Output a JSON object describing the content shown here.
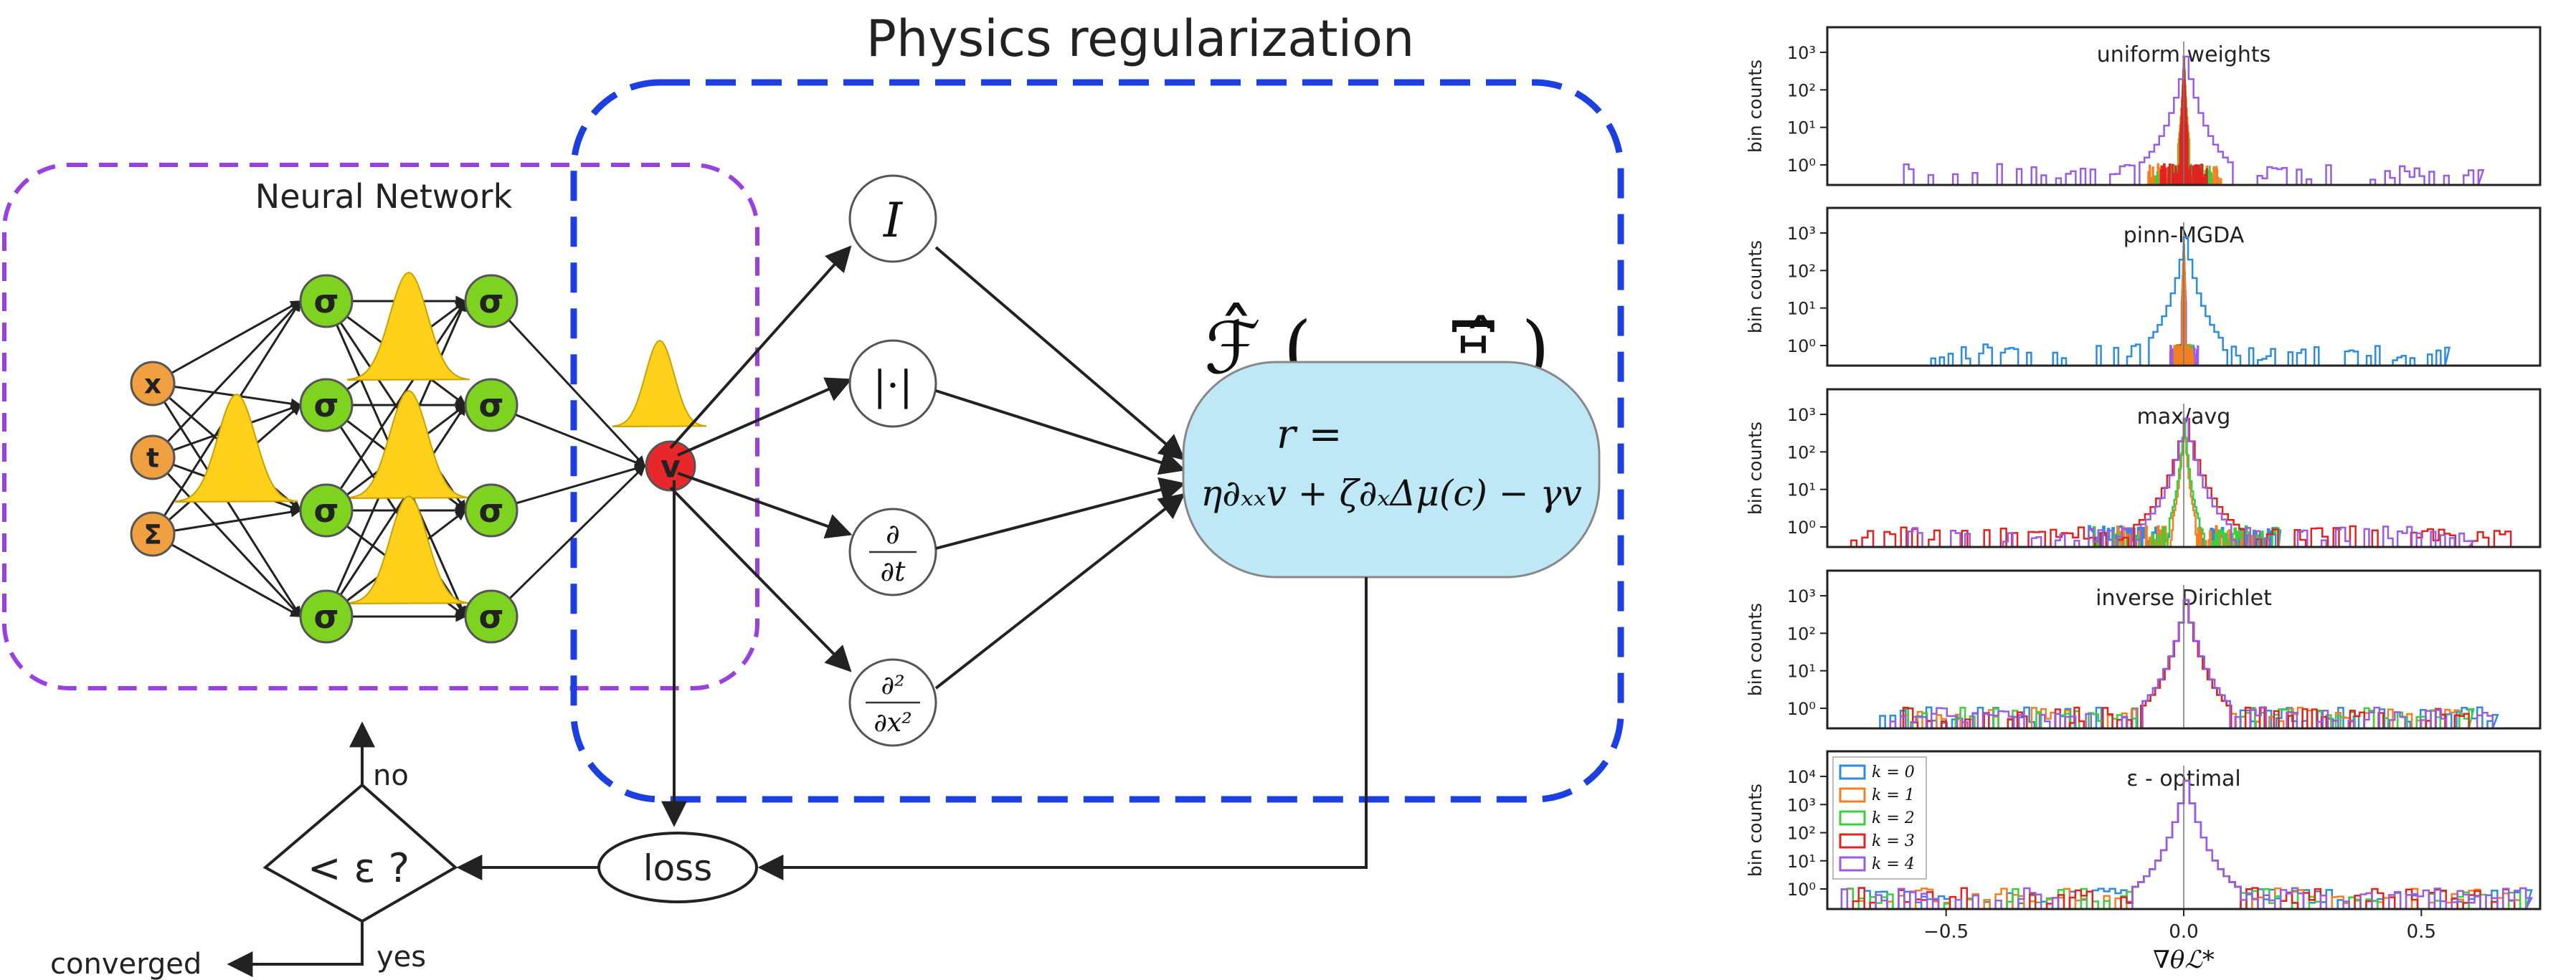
{
  "diagram": {
    "title": "Physics regularization",
    "nn_label": "Neural Network",
    "inputs": [
      "x",
      "t",
      "Σ"
    ],
    "hidden_node": "σ",
    "output_node": "v",
    "operators": [
      "I",
      "|·|",
      "∂",
      "∂t",
      "∂²",
      "∂x²"
    ],
    "feature_label": "ℱ̂ ( ..., Ξ̂ )",
    "residual_line1": "r =",
    "residual_line2": "η∂ₓₓv + ζ∂ₓΔμ(c) − γv",
    "loss_label": "loss",
    "decision_label": "< ε ?",
    "no_label": "no",
    "yes_label": "yes",
    "converged_label": "converged",
    "colors": {
      "input": "#f0a040",
      "hidden": "#7ed321",
      "output": "#e8272b",
      "gaussian": "#ffd11a",
      "nn_box": "#9b40e0",
      "physics_box": "#1b3fe0",
      "residual_box": "#bfe8f6"
    }
  },
  "chart_data": {
    "type": "histogram",
    "xlabel": "∇θℒ*",
    "ylabel": "bin counts",
    "xlim": [
      -0.75,
      0.75
    ],
    "xticks": [
      -0.5,
      0.0,
      0.5
    ],
    "ylog": true,
    "legend": {
      "placement": "top-left",
      "entries": [
        {
          "label": "k = 0",
          "color": "#2b8ce0"
        },
        {
          "label": "k = 1",
          "color": "#f57e20"
        },
        {
          "label": "k = 2",
          "color": "#3ccf3c"
        },
        {
          "label": "k = 3",
          "color": "#e0231f"
        },
        {
          "label": "k = 4",
          "color": "#9a5ce6"
        }
      ]
    },
    "panels": [
      {
        "title": "uniform weights",
        "yticks": [
          "10³",
          "10²",
          "10¹",
          "10⁰"
        ],
        "series_widths": [
          0.03,
          0.08,
          0.06,
          0.05,
          0.62
        ]
      },
      {
        "title": "pinn-MGDA",
        "yticks": [
          "10³",
          "10²",
          "10¹",
          "10⁰"
        ],
        "series_widths": [
          0.55,
          0.02,
          0.02,
          0.02,
          0.03
        ]
      },
      {
        "title": "max/avg",
        "yticks": [
          "10³",
          "10²",
          "10¹",
          "10⁰"
        ],
        "series_widths": [
          0.2,
          0.15,
          0.2,
          0.7,
          0.6
        ]
      },
      {
        "title": "inverse Dirichlet",
        "yticks": [
          "10³",
          "10²",
          "10¹",
          "10⁰"
        ],
        "series_widths": [
          0.65,
          0.6,
          0.6,
          0.6,
          0.65
        ]
      },
      {
        "title": "ε - optimal",
        "yticks": [
          "10⁴",
          "10³",
          "10²",
          "10¹",
          "10⁰"
        ],
        "series_widths": [
          0.72,
          0.72,
          0.72,
          0.72,
          0.72
        ]
      }
    ]
  }
}
